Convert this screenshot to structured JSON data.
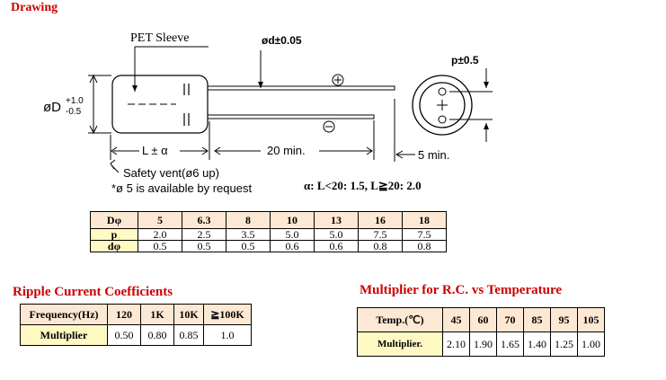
{
  "drawing": {
    "title": "Drawing",
    "pet_sleeve": "PET Sleeve",
    "lead_dia": "ød±0.05",
    "pitch": "p±0.5",
    "diameter_main": "øD",
    "diameter_plus": "+1.0",
    "diameter_minus": "-0.5",
    "length": "L ± α",
    "lead_len": "20 min.",
    "lead_extra": "5 min.",
    "vent_line1": "Safety vent(ø6 up)",
    "vent_line2": "*ø 5 is available by request",
    "alpha_note": "α: L<20: 1.5, L≧20: 2.0",
    "plus_symbol": "+",
    "minus_symbol": "−"
  },
  "dimensions": {
    "header": "Dφ",
    "header_values": [
      "5",
      "6.3",
      "8",
      "10",
      "13",
      "16",
      "18"
    ],
    "rows": [
      {
        "label": "p",
        "values": [
          "2.0",
          "2.5",
          "3.5",
          "5.0",
          "5.0",
          "7.5",
          "7.5"
        ]
      },
      {
        "label": "dφ",
        "values": [
          "0.5",
          "0.5",
          "0.5",
          "0.6",
          "0.6",
          "0.8",
          "0.8"
        ]
      }
    ]
  },
  "ripple": {
    "title": "Ripple Current Coefficients",
    "freq_label": "Frequency(Hz)",
    "freqs": [
      "120",
      "1K",
      "10K",
      "≧100K"
    ],
    "mult_label": "Multiplier",
    "mults": [
      "0.50",
      "0.80",
      "0.85",
      "1.0"
    ]
  },
  "temperature": {
    "title": "Multiplier for R.C. vs Temperature",
    "temp_label": "Temp.(℃)",
    "temps": [
      "45",
      "60",
      "70",
      "85",
      "95",
      "105"
    ],
    "mult_label": "Multiplier.",
    "mults": [
      "2.10",
      "1.90",
      "1.65",
      "1.40",
      "1.25",
      "1.00"
    ]
  }
}
